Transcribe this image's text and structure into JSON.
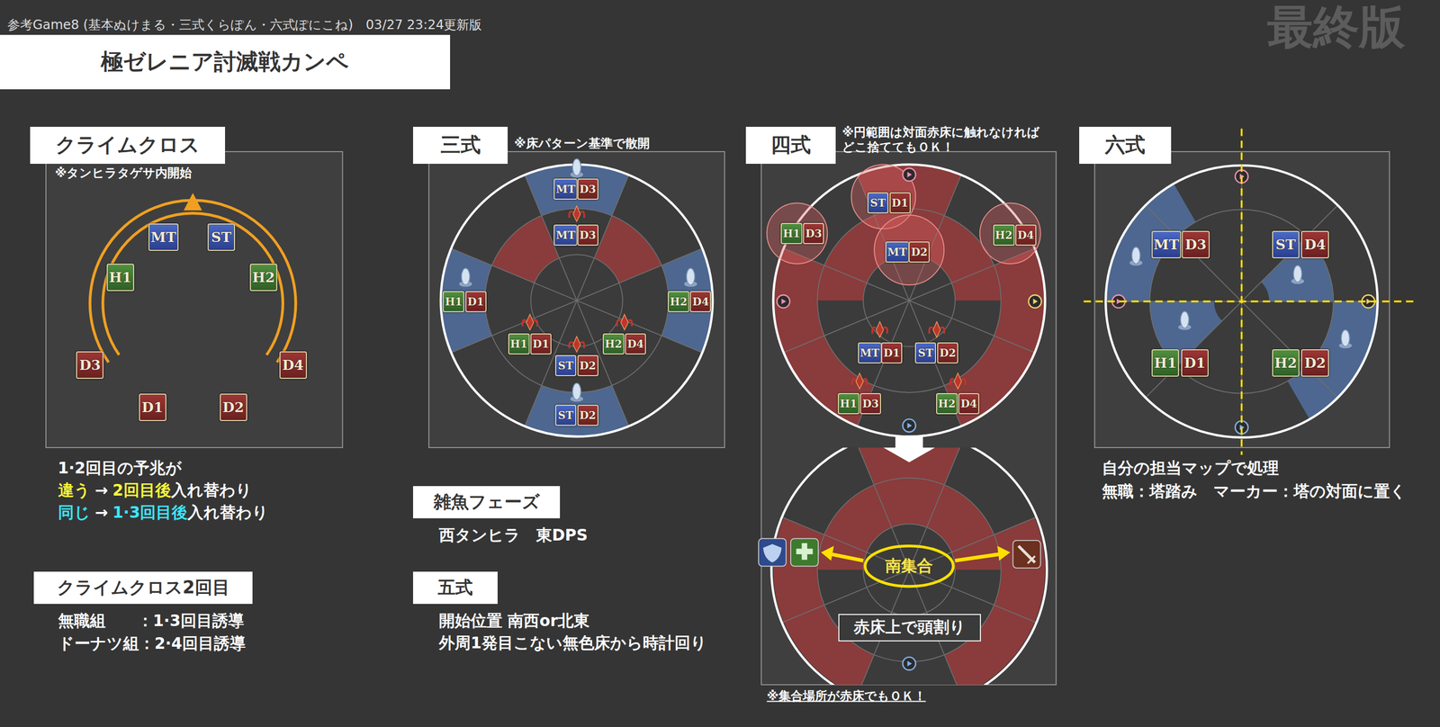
{
  "diagram": {
    "title": "極ゼレニア討滅戦カンペ",
    "nodes": [
      {
        "text": [
          "クライムクロス"
        ]
      },
      {
        "text": [
          "MT"
        ]
      },
      {
        "text": [
          "ST"
        ]
      },
      {
        "text": [
          "H1"
        ]
      },
      {
        "text": [
          "H2"
        ]
      },
      {
        "text": [
          "D3"
        ]
      },
      {
        "text": [
          "D4"
        ]
      },
      {
        "text": [
          "D1"
        ]
      },
      {
        "text": [
          "D2"
        ]
      },
      {
        "text": [
          "三式"
        ]
      },
      {
        "text": [
          "MT"
        ]
      },
      {
        "text": [
          "D3"
        ]
      },
      {
        "text": [
          "MT"
        ]
      },
      {
        "text": [
          "D3"
        ]
      },
      {
        "text": [
          "H1"
        ]
      },
      {
        "text": [
          "D1"
        ]
      },
      {
        "text": [
          "H2"
        ]
      },
      {
        "text": [
          "D4"
        ]
      },
      {
        "text": [
          "H1"
        ]
      },
      {
        "text": [
          "D1"
        ]
      },
      {
        "text": [
          "H2"
        ]
      },
      {
        "text": [
          "D4"
        ]
      },
      {
        "text": [
          "ST"
        ]
      },
      {
        "text": [
          "D2"
        ]
      },
      {
        "text": [
          "ST"
        ]
      },
      {
        "text": [
          "D2"
        ]
      },
      {
        "text": [
          "四式"
        ]
      },
      {
        "text": [
          "ST"
        ]
      },
      {
        "text": [
          "D1"
        ]
      },
      {
        "text": [
          "H1"
        ]
      },
      {
        "text": [
          "D3"
        ]
      },
      {
        "text": [
          "H2"
        ]
      },
      {
        "text": [
          "D4"
        ]
      },
      {
        "text": [
          "MT"
        ]
      },
      {
        "text": [
          "D2"
        ]
      },
      {
        "text": [
          "MT"
        ]
      },
      {
        "text": [
          "D1"
        ]
      },
      {
        "text": [
          "ST"
        ]
      },
      {
        "text": [
          "D2"
        ]
      },
      {
        "text": [
          "H1"
        ]
      },
      {
        "text": [
          "D3"
        ]
      },
      {
        "text": [
          "H2"
        ]
      },
      {
        "text": [
          "D4"
        ]
      },
      {
        "text": [
          "南集合"
        ]
      },
      {
        "text": [
          "赤床上で頭割り"
        ]
      },
      {
        "text": [
          "六式"
        ]
      },
      {
        "text": [
          "MT"
        ]
      },
      {
        "text": [
          "D3"
        ]
      },
      {
        "text": [
          "ST"
        ]
      },
      {
        "text": [
          "D4"
        ]
      },
      {
        "text": [
          "H1"
        ]
      },
      {
        "text": [
          "D1"
        ]
      },
      {
        "text": [
          "H2"
        ]
      },
      {
        "text": [
          "D2"
        ]
      },
      {
        "text": [
          "雑魚フェーズ"
        ]
      },
      {
        "text": [
          "五式"
        ]
      },
      {
        "text": [
          "クライムクロス2回目"
        ]
      }
    ],
    "labels": [
      "参考Game8 (基本ぬけまる・三式くらぽん・六式ぽにこね)　03/27 23:24更新版",
      "最終版",
      "※タンヒラタゲサ内開始",
      "1·2回目の予兆が",
      "違う",
      "→",
      "2回目後",
      "入れ替わり",
      "同じ",
      "→",
      "1·3回目後",
      "入れ替わり",
      "無職組　　：1·3回目誘導",
      "ドーナツ組：2·4回目誘導",
      "※床パターン基準で散開",
      "西タンヒラ　東DPS",
      "開始位置 南西or北東",
      "外周1発目こない無色床から時計回り",
      "※円範囲は対面赤床に触れなければ どこ捨ててもＯＫ！",
      "※集合場所が赤床でもＯＫ！",
      "自分の担当マップで処理",
      "無職：塔踏み　マーカー：塔の対面に置く"
    ]
  }
}
